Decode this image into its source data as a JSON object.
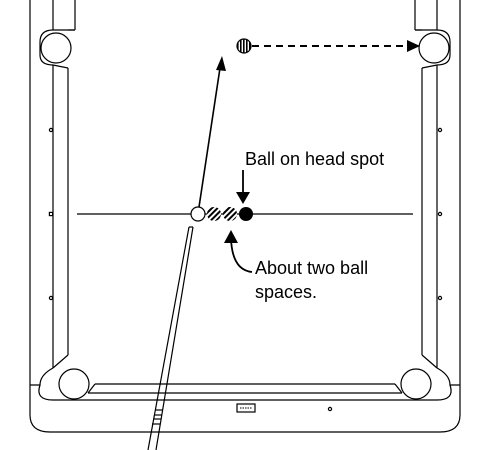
{
  "labels": {
    "head_spot": "Ball on head spot",
    "spacing_line1": "About two ball",
    "spacing_line2": "spaces."
  },
  "colors": {
    "ink": "#000000",
    "table": "#ffffff"
  }
}
